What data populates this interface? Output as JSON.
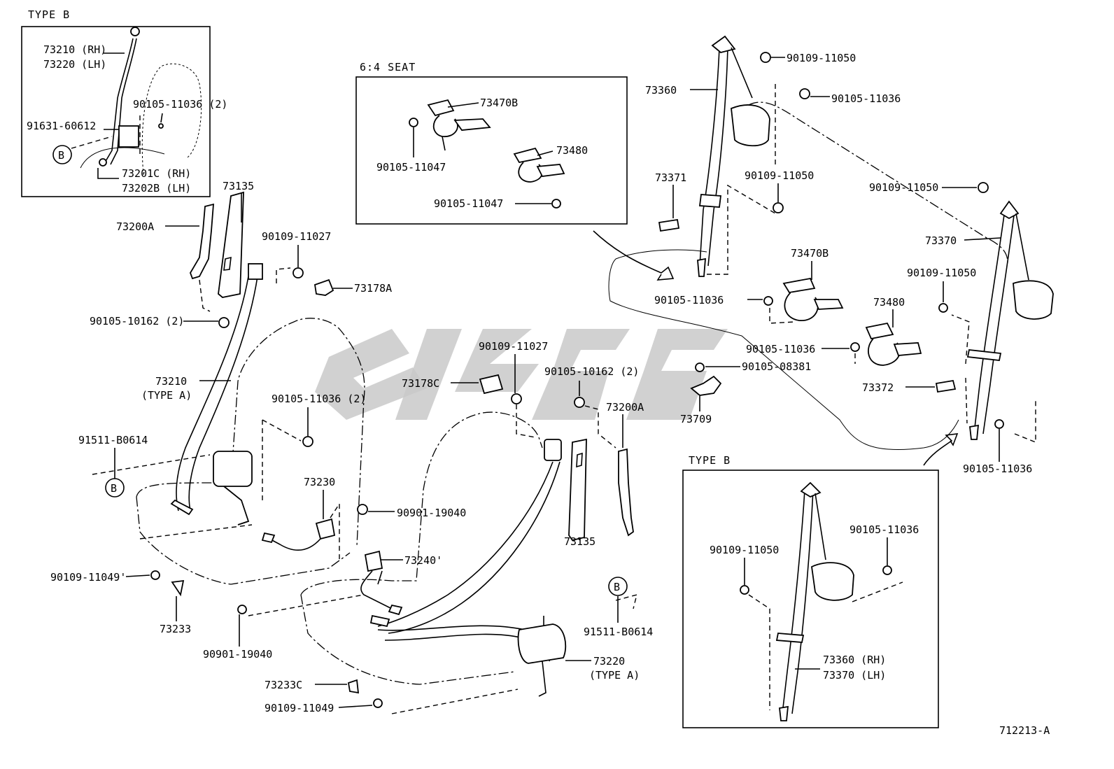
{
  "type_b_top_left": {
    "title": "TYPE B",
    "labels": [
      "73210 (RH)",
      "73220 (LH)",
      "90105-11036 (2)",
      "91631-60612",
      "B",
      "73201C (RH)",
      "73202B (LH)"
    ]
  },
  "seat_64": {
    "title": "6:4 SEAT",
    "labels": [
      "73470B",
      "90105-11047",
      "73480",
      "90105-11047"
    ]
  },
  "type_b_bottom_right": {
    "title": "TYPE B",
    "labels": [
      "90109-11050",
      "90105-11036",
      "73360 (RH)",
      "73370 (LH)"
    ]
  },
  "left_labels": [
    "73135",
    "73200A",
    "90109-11027",
    "73178A",
    "90105-10162 (2)",
    "73210",
    "(TYPE A)",
    "90105-11036 (2)",
    "91511-B0614",
    "B",
    "73230",
    "90901-19040",
    "90109-11049'",
    "73233"
  ],
  "center_labels": [
    "90109-11027",
    "73178C",
    "90105-10162 (2)",
    "73200A",
    "73135",
    "73240'",
    "B",
    "91511-B0614",
    "90901-19040",
    "73220",
    "(TYPE A)",
    "73233C",
    "90109-11049"
  ],
  "right_labels": [
    "90109-11050",
    "73360",
    "90105-11036",
    "73371",
    "90109-11050",
    "90109-11050",
    "73370",
    "73470B",
    "90109-11050",
    "90105-11036",
    "73480",
    "90105-11036",
    "90105-08381",
    "73372",
    "73709",
    "90105-11036"
  ],
  "footer_code": "712213-A"
}
